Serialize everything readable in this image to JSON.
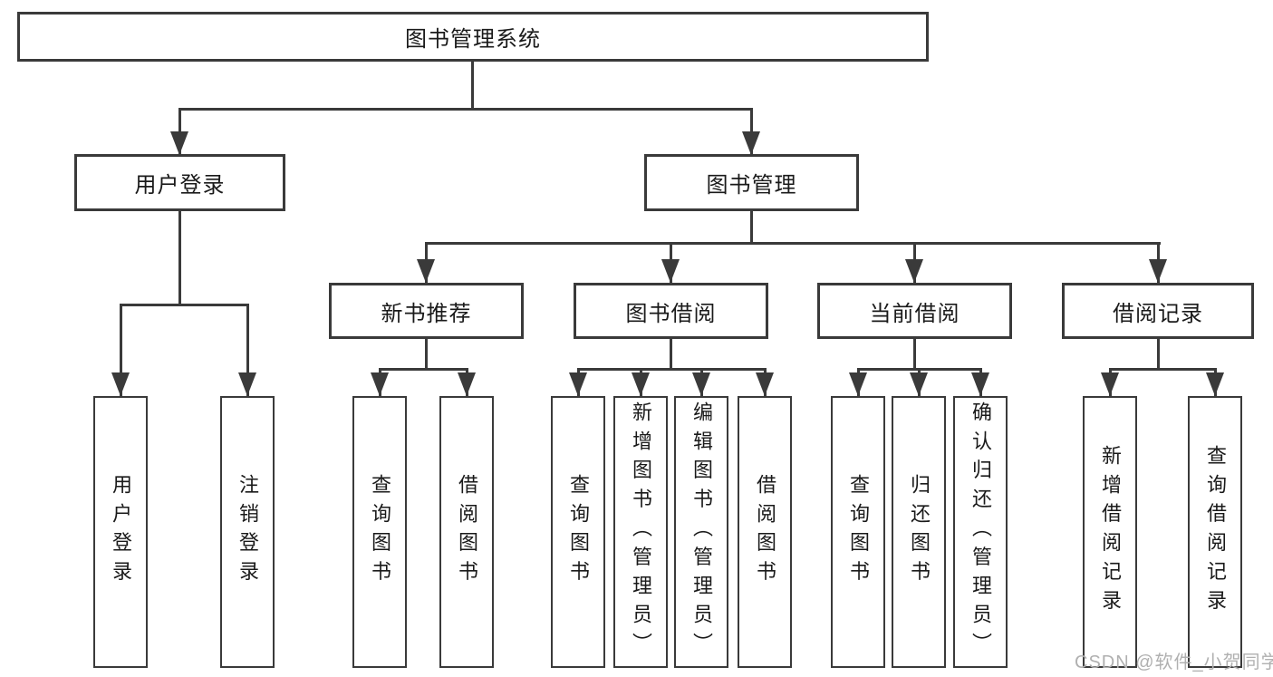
{
  "tree": {
    "root": {
      "label": "图书管理系统"
    },
    "level2": [
      {
        "label": "用户登录",
        "children": [
          {
            "label": "用户登录"
          },
          {
            "label": "注销登录"
          }
        ]
      },
      {
        "label": "图书管理"
      }
    ],
    "level3": [
      {
        "label": "新书推荐",
        "children": [
          {
            "label": "查询图书"
          },
          {
            "label": "借阅图书"
          }
        ]
      },
      {
        "label": "图书借阅",
        "children": [
          {
            "label": "查询图书"
          },
          {
            "label": "新增图书（管理员）"
          },
          {
            "label": "编辑图书（管理员）"
          },
          {
            "label": "借阅图书"
          }
        ]
      },
      {
        "label": "当前借阅",
        "children": [
          {
            "label": "查询图书"
          },
          {
            "label": "归还图书"
          },
          {
            "label": "确认归还（管理员）"
          }
        ]
      },
      {
        "label": "借阅记录",
        "children": [
          {
            "label": "新增借阅记录"
          },
          {
            "label": "查询借阅记录"
          }
        ]
      }
    ]
  },
  "watermark": {
    "text": "CSDN @软件_小贺同学"
  },
  "colors": {
    "line": "#3a3a3a",
    "box_border": "#3a3a3a",
    "box_bg": "#ffffff",
    "text": "#1a1a1a",
    "watermark": "#b0b0b0",
    "page_bg": "#ffffff"
  }
}
